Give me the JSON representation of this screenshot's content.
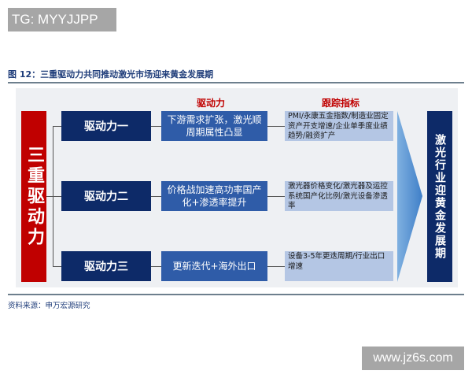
{
  "watermarks": {
    "top_left": "TG: MYYJJPP",
    "bottom_right": "www.jz6s.com"
  },
  "figure": {
    "title": "图 12：三重驱动力共同推动激光市场迎来黄金发展期",
    "left_label": "三重驱动力",
    "column_headers": {
      "driver": "驱动力",
      "indicator": "跟踪指标"
    },
    "rows": [
      {
        "driver": "驱动力一",
        "description": "下游需求扩张，激光顺周期属性凸显",
        "indicator": "PMI/永康五金指数/制造业固定资产开支增速/企业单季度业绩趋势/融资扩产"
      },
      {
        "driver": "驱动力二",
        "description": "价格战加速高功率国产化+渗透率提升",
        "indicator": "激光器价格变化/激光器及运控系统国产化比例/激光设备渗透率"
      },
      {
        "driver": "驱动力三",
        "description": "更新迭代+海外出口",
        "indicator": "设备3-5年更迭周期/行业出口增速"
      }
    ],
    "conclusion": "激光行业迎黄金发展期",
    "source": "资料来源：申万宏源研究"
  },
  "colors": {
    "red": "#c00000",
    "navy": "#0d2a68",
    "mid_blue": "#2f5ca8",
    "light_blue": "#b4c6e4",
    "arrow": "#4f8fd0"
  }
}
